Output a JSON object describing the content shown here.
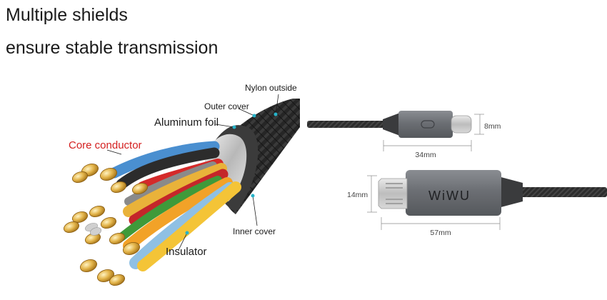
{
  "headline": {
    "line1": "Multiple shields",
    "line2": "ensure stable transmission"
  },
  "cable_layers": {
    "nylon_outside": "Nylon outside",
    "outer_cover": "Outer cover",
    "aluminum_foil": "Aluminum foil",
    "core_conductor": "Core conductor",
    "inner_cover": "Inner cover",
    "insulator": "Insulator"
  },
  "dimensions": {
    "usb_c_height": "8mm",
    "usb_c_length": "34mm",
    "hdmi_height": "14mm",
    "hdmi_length": "57mm"
  },
  "brand": {
    "logo_text": "WiWU"
  },
  "colors": {
    "core_conductor_label": "#d42020",
    "label_text": "#1a1a1a",
    "pointer_dot": "#27b3c9",
    "connector_shell": "#6f7277",
    "braid": "#2b2b2b"
  }
}
